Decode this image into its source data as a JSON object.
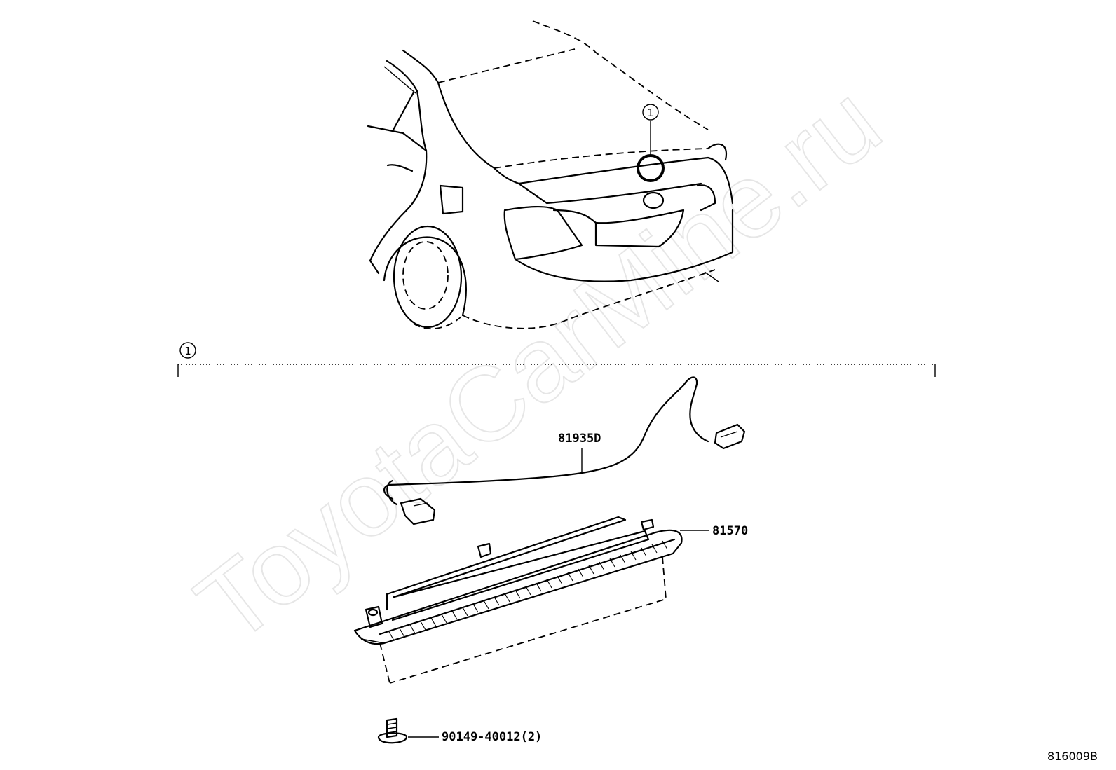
{
  "watermark": "ToyotaCarMine.ru",
  "figure_code": "816009B",
  "group_marker": "1",
  "part_labels": {
    "wire": "81935D",
    "lamp": "81570",
    "screw": "90149-40012(2)"
  }
}
